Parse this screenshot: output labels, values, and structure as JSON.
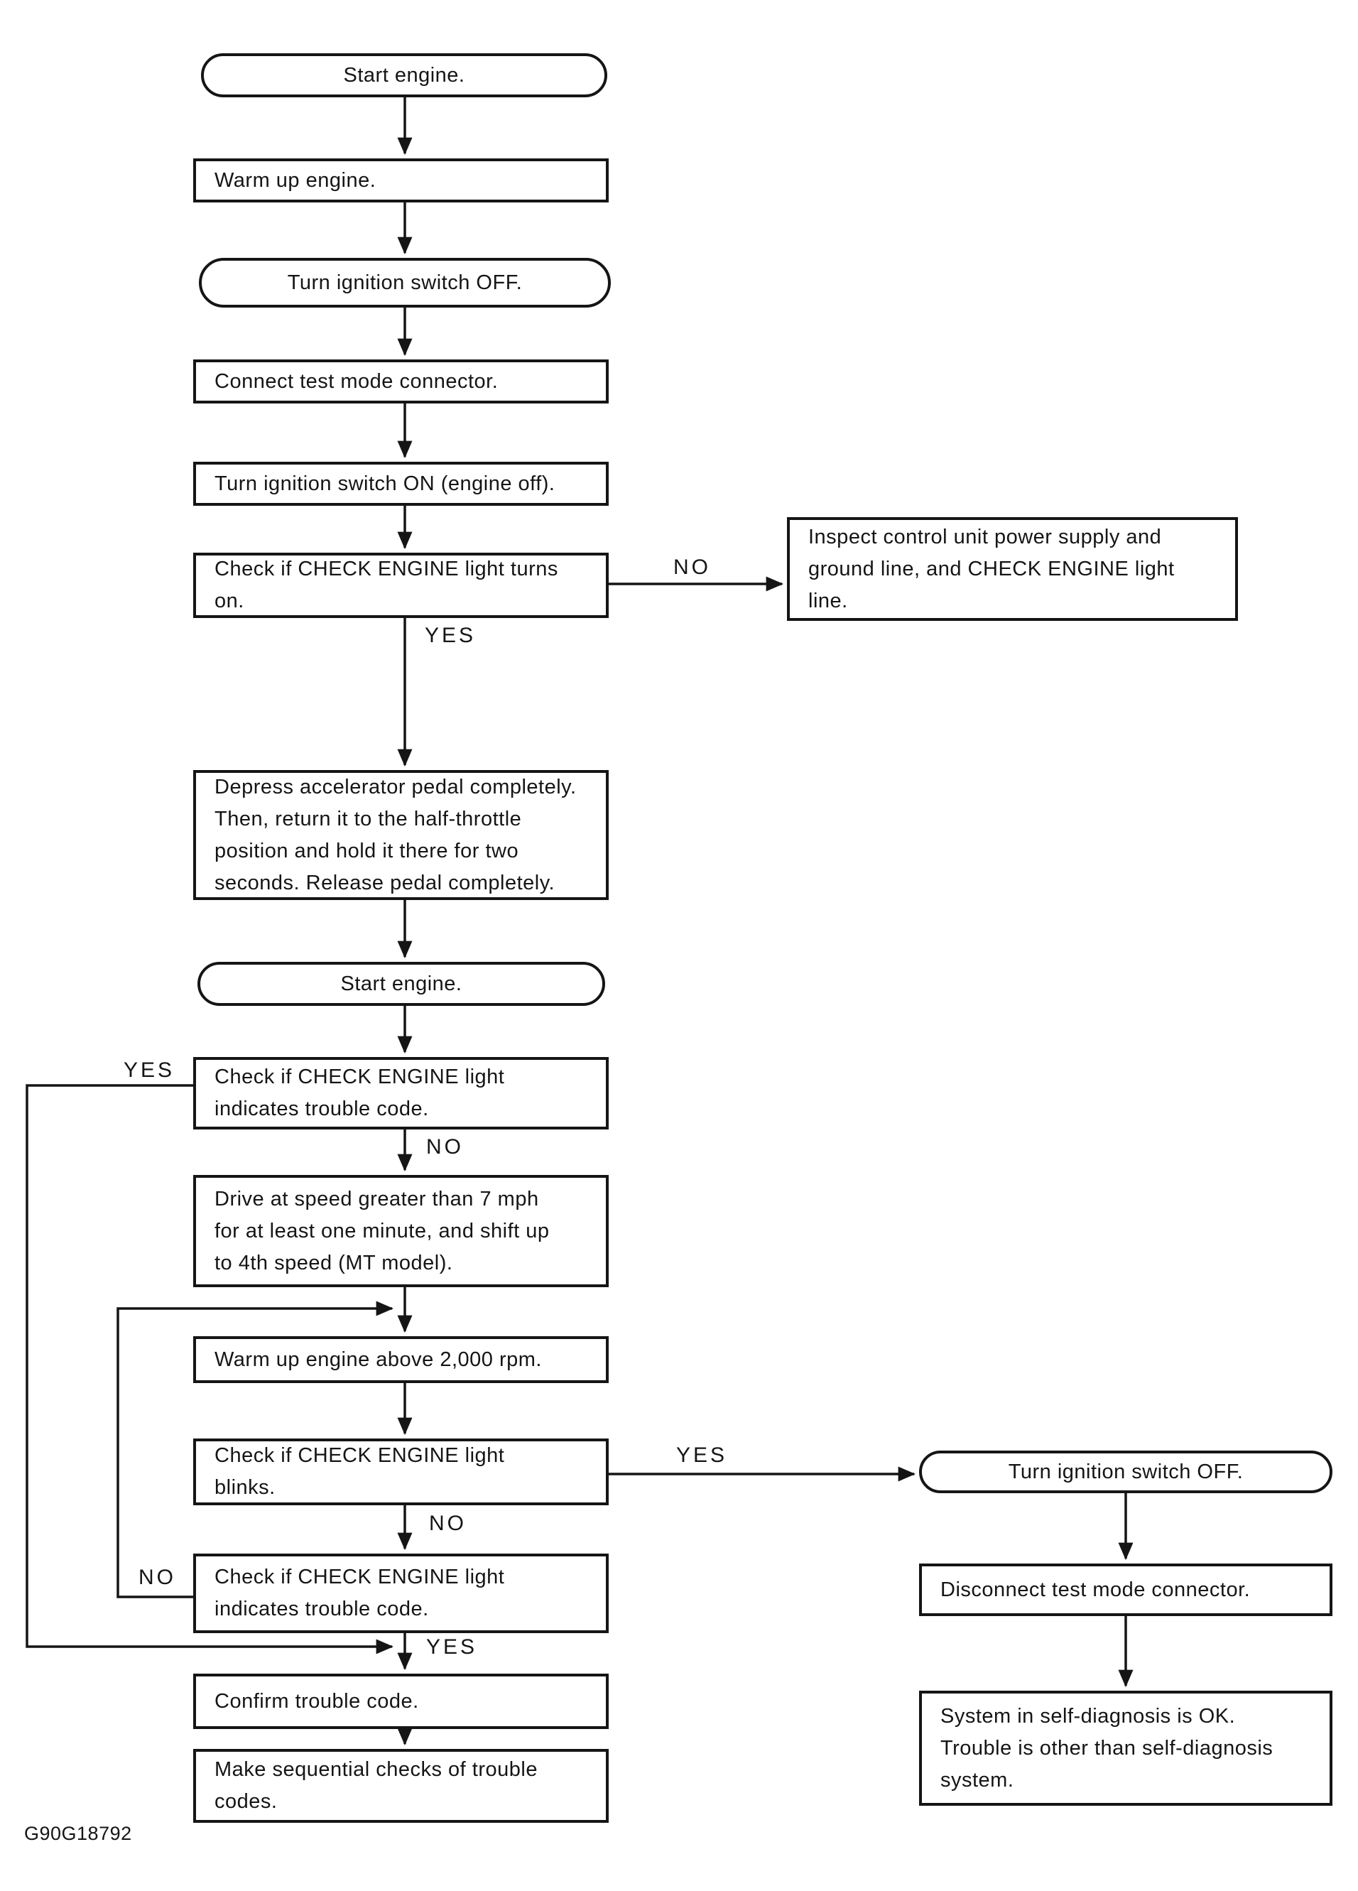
{
  "document_code": "G90G18792",
  "palette": {
    "ink": "#151515",
    "paper": "#ffffff"
  },
  "flowchart": {
    "nodes": {
      "start_engine_1": "Start engine.",
      "warm_up_engine": "Warm up engine.",
      "ignition_off_1": "Turn ignition switch OFF.",
      "connect_test_mode": "Connect test mode connector.",
      "ignition_on": "Turn ignition switch ON (engine off).",
      "check_light_on": "Check if CHECK ENGINE light turns\non.",
      "inspect_power": "Inspect control unit power supply and\nground line, and CHECK ENGINE light\nline.",
      "depress_pedal": "Depress accelerator pedal completely.\nThen, return it to the half-throttle\nposition and hold it there for two\nseconds.  Release pedal completely.",
      "start_engine_2": "Start engine.",
      "check_trouble_code_1": "Check if CHECK ENGINE light\nindicates trouble code.",
      "drive_speed": "Drive at speed greater than 7 mph\nfor at least one minute, and shift up\nto 4th speed (MT model).",
      "warm_up_2000": "Warm up engine above 2,000 rpm.",
      "check_light_blinks": "Check if CHECK ENGINE light\nblinks.",
      "check_trouble_code_2": "Check if CHECK ENGINE light\nindicates trouble code.",
      "confirm_trouble_code": "Confirm trouble code.",
      "sequential_checks": "Make sequential checks of trouble\ncodes.",
      "ignition_off_2": "Turn ignition switch OFF.",
      "disconnect_test_mode": "Disconnect test mode connector.",
      "system_ok": "System in self-diagnosis is OK.\nTrouble is other than self-diagnosis\nsystem."
    },
    "decision_labels": {
      "light_on_yes": "YES",
      "light_on_no": "NO",
      "code1_yes": "YES",
      "code1_no": "NO",
      "blinks_yes": "YES",
      "blinks_no": "NO",
      "code2_yes": "YES",
      "code2_no": "NO"
    }
  }
}
